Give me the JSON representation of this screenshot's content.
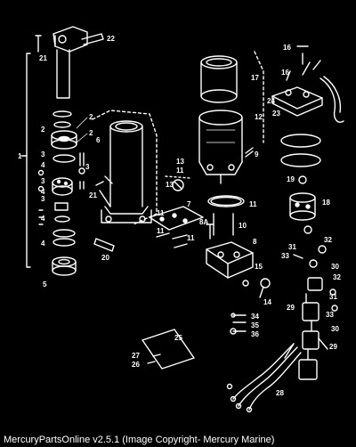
{
  "caption": "MercuryPartsOnline v2.5.1 (Image Copyright- Mercury Marine)",
  "callouts": [
    "1",
    "2",
    "2",
    "2",
    "3",
    "3",
    "3",
    "3",
    "4",
    "4",
    "4",
    "4",
    "5",
    "6",
    "7",
    "8",
    "8A",
    "9",
    "10",
    "11",
    "11",
    "11",
    "11",
    "11",
    "12",
    "13",
    "13",
    "14",
    "15",
    "16",
    "16",
    "17",
    "18",
    "19",
    "20",
    "21",
    "21",
    "22",
    "23",
    "24",
    "25",
    "26",
    "27",
    "28",
    "29",
    "29",
    "30",
    "30",
    "31",
    "31",
    "32",
    "32",
    "33",
    "33",
    "34",
    "35",
    "36"
  ],
  "colors": {
    "background": "#000000",
    "ink": "#ffffff"
  }
}
